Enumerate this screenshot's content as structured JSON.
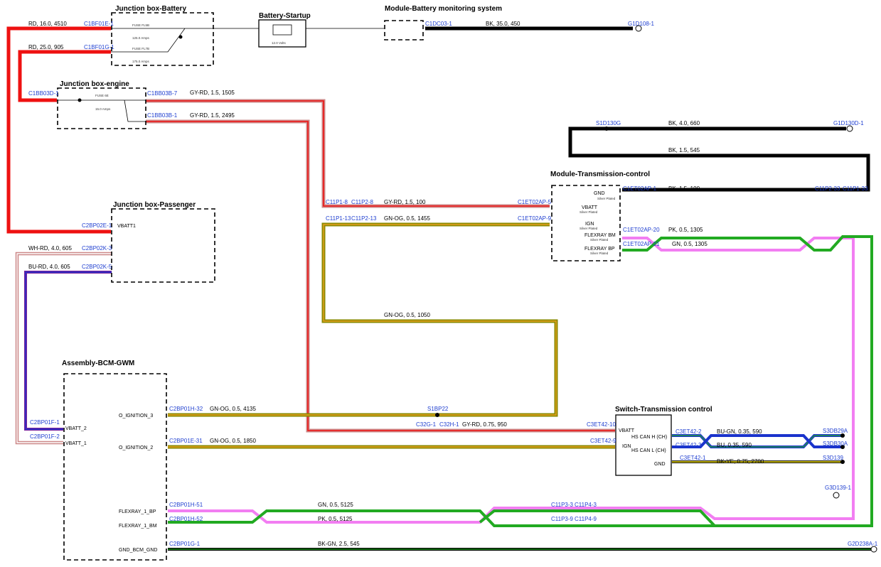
{
  "components": {
    "jb_battery": "Junction box-Battery",
    "battery": "Battery-Startup",
    "bms": "Module-Battery monitoring system",
    "jb_engine": "Junction box-engine",
    "jb_passenger": "Junction box-Passenger",
    "tcm": "Module-Transmission-control",
    "bcm": "Assembly-BCM-GWM",
    "tsw": "Switch-Transmission control"
  },
  "fuses": {
    "fl5b": "FUSE FL5B",
    "fl5b_rating": "125.0 Amps",
    "fl7b": "FUSE FL7B",
    "fl7b_rating": "175.0 Amps",
    "f6e": "FUSE 6E",
    "f6e_rating": "15.0 Amps"
  },
  "battery_voltage": "12.0 Volts",
  "connectors": {
    "c1bf01e1": "C1BF01E-1",
    "c1bf01g1": "C1BF01G-1",
    "c1dc031": "C1DC03-1",
    "g1d1081": "G1D108-1",
    "c1bb03d1": "C1BB03D-1",
    "c1bb03b7": "C1BB03B-7",
    "c1bb03b1": "C1BB03B-1",
    "s1d130g": "S1D130G",
    "g1d130d1": "G1D130D-1",
    "c11p28a": "C11P1-8",
    "c11p28b": "C11P2-8",
    "c11p213a": "C11P1-13",
    "c11p213b": "C11P2-13",
    "c1et02ap5": "C1ET02AP-5",
    "c1et02ap9": "C1ET02AP-9",
    "c1et02ap1": "C1ET02AP-1",
    "c11p233a": "C11P2-33",
    "c11p233b": "C11P1-33",
    "c1et02ap20": "C1ET02AP-20",
    "c1et02ap21": "C1ET02AP-21",
    "c2bp02e1": "C2BP02E-1",
    "c2bp02k3": "C2BP02K-3",
    "c2bp02k5": "C2BP02K-5",
    "c2bp01f1": "C2BP01F-1",
    "c2bp01f2": "C2BP01F-2",
    "c2bp01h32": "C2BP01H-32",
    "s1bp22": "S1BP22",
    "c32g1": "C32G-1",
    "c32h1": "C32H-1",
    "c3et4210": "C3ET42-10",
    "c2bp01e31": "C2BP01E-31",
    "c3et429": "C3ET42-9",
    "c3et422": "C3ET42-2",
    "c3et423": "C3ET42-3",
    "c3et421": "C3ET42-1",
    "s3db29a": "S3DB29A",
    "s3db30a": "S3DB30A",
    "s3d139": "S3D139",
    "g3d1391": "G3D139-1",
    "c2bp01h51": "C2BP01H-51",
    "c2bp01h52": "C2BP01H-52",
    "c11p33": "C11P3-3",
    "c11p43": "C11P4-3",
    "c11p39": "C11P3-9",
    "c11p49": "C11P4-9",
    "c2bp01g1": "C2BP01G-1",
    "g2d238a1": "G2D238A-1"
  },
  "wires": {
    "w_rd16": "RD,  16.0,  4510",
    "w_rd25": "RD,  25.0,  905",
    "w_bk35": "BK,  35.0,  450",
    "w_gyrd1505": "GY-RD,  1.5,  1505",
    "w_gyrd2495": "GY-RD,  1.5,  2495",
    "w_bk660": "BK,  4.0,  660",
    "w_bk545": "BK,  1.5,  545",
    "w_bk100": "BK,  1.5,  100",
    "w_gyrd100": "GY-RD,  1.5,  100",
    "w_gnog1455": "GN-OG,  0.5,  1455",
    "w_pk1305": "PK,  0.5,  1305",
    "w_gn1305": "GN,  0.5,  1305",
    "w_whrd": "WH-RD,  4.0,  605",
    "w_burd": "BU-RD,  4.0,  605",
    "w_gnog1050": "GN-OG,  0.5,  1050",
    "w_gnog4135": "GN-OG,  0.5,  4135",
    "w_gyrd950": "GY-RD,  0.75,  950",
    "w_gnog1850": "GN-OG,  0.5,  1850",
    "w_bugn590": "BU-GN,  0.35,  590",
    "w_bu590": "BU,  0.35,  590",
    "w_bkye": "BK-YE,  0.75,  2700",
    "w_gn5125": "GN,  0.5,  5125",
    "w_pk5125": "PK,  0.5,  5125",
    "w_bkgn": "BK-GN,  2.5,  545"
  },
  "pins": {
    "vbatt1": "VBATT1",
    "vbatt_2": "VBATT_2",
    "vbatt_1": "VBATT_1",
    "o_ign3": "O_IGNITION_3",
    "o_ign2": "O_IGNITION_2",
    "fr1bp": "FLEXRAY_1_BP",
    "fr1bm": "FLEXRAY_1_BM",
    "gnd_bcm": "GND_BCM_GND",
    "tcm_gnd": "GND",
    "tcm_vbatt": "VBATT",
    "tcm_ign": "IGN",
    "tcm_frbm": "FLEXRAY BM",
    "tcm_frbp": "FLEXRAY BP",
    "silver": "Silver Plated",
    "ts_vbatt": "VBATT",
    "ts_ign": "IGN",
    "ts_canh": "HS CAN H (CH)",
    "ts_canl": "HS CAN L (CH)",
    "ts_gnd": "GND"
  },
  "colors": {
    "red": "#ee1111",
    "black": "#000000",
    "green": "#22aa22",
    "pink": "#f27ef2",
    "olive": "#8a8a00",
    "blue": "#1a33cc",
    "purple": "#7a1f9a",
    "yellow": "#e6d300"
  }
}
